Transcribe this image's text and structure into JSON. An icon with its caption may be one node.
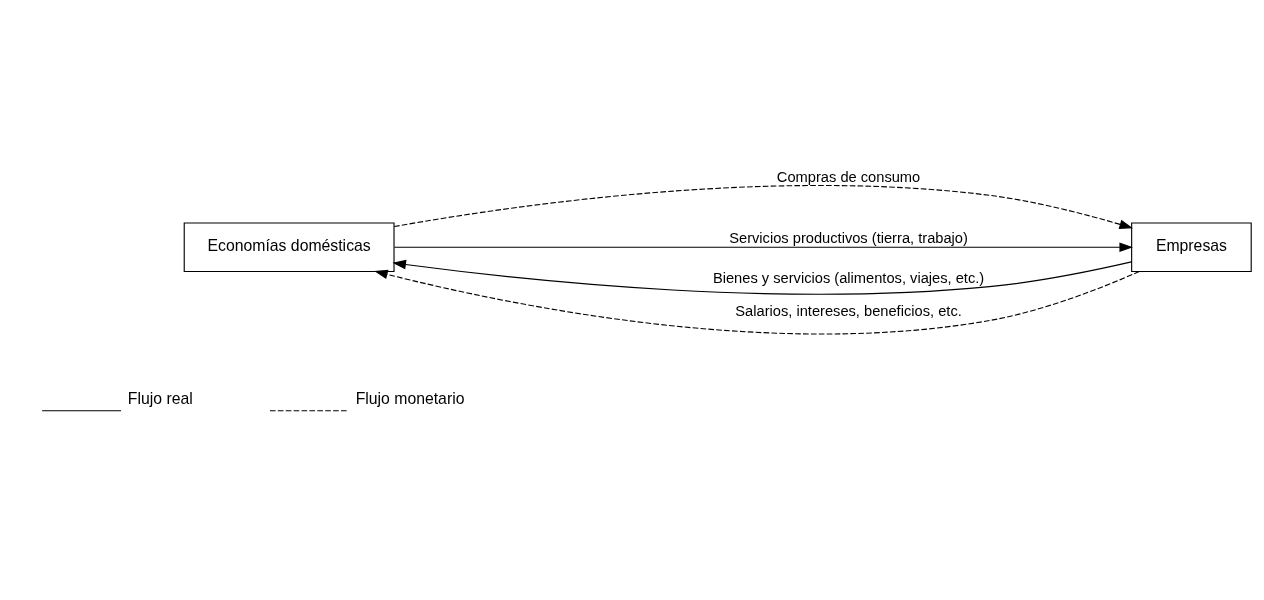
{
  "diagram": {
    "nodes": [
      {
        "text": [
          "Economías domésticas"
        ]
      },
      {
        "text": [
          "Empresas"
        ]
      }
    ],
    "edges": [
      {
        "from": 0,
        "to": 1,
        "arrow": "to",
        "label": "Compras de consumo",
        "style": "dashed"
      },
      {
        "from": 1,
        "to": 0,
        "arrow": "to",
        "label": "Bienes y servicios (alimentos, viajes, etc.)"
      },
      {
        "from": 0,
        "to": 1,
        "arrow": "to",
        "label": "Servicios productivos (tierra, trabajo)"
      },
      {
        "from": 1,
        "to": 0,
        "arrow": "to",
        "label": "Salarios, intereses, beneficios, etc.",
        "style": "dashed"
      }
    ],
    "legend": [
      {
        "text": "Flujo real"
      },
      {
        "text": "Flujo monetario"
      }
    ]
  }
}
